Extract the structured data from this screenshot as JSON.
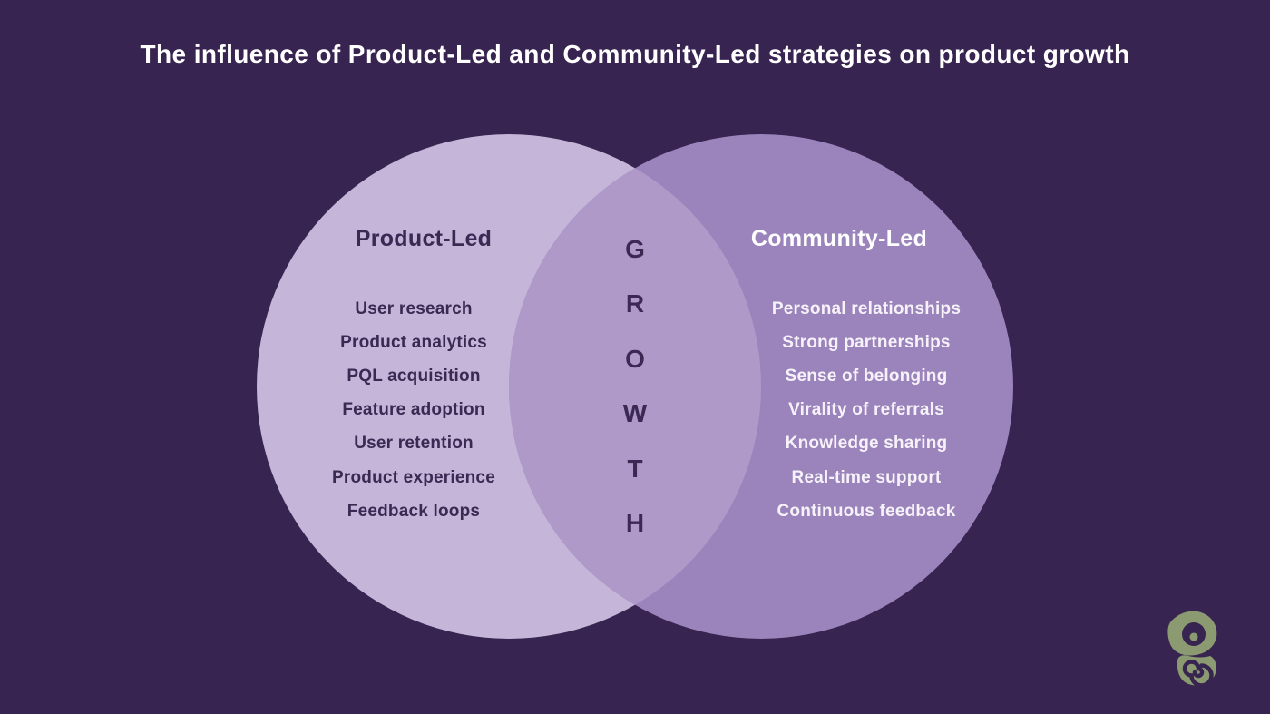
{
  "title": "The influence of Product-Led and Community-Led strategies on product growth",
  "venn": {
    "left": {
      "label": "Product-Led",
      "items": [
        "User research",
        "Product analytics",
        "PQL acquisition",
        "Feature adoption",
        "User retention",
        "Product experience",
        "Feedback loops"
      ]
    },
    "right": {
      "label": "Community-Led",
      "items": [
        "Personal relationships",
        "Strong partnerships",
        "Sense of belonging",
        "Virality of referrals",
        "Knowledge sharing",
        "Real-time support",
        "Continuous feedback"
      ]
    },
    "overlap": {
      "word": "GROWTH",
      "letters": [
        "G",
        "R",
        "O",
        "W",
        "T",
        "H"
      ]
    }
  },
  "logo_icon": "chameleon-icon",
  "colors": {
    "background": "#372450",
    "left-circle": "#c5b5d8",
    "right-circle": "#9b83bb",
    "overlap": "#af99c9",
    "dark-text": "#3b2853",
    "light-text": "#ffffff",
    "near-white-text": "#f6f2f9",
    "logo-green": "#8b9a70"
  }
}
